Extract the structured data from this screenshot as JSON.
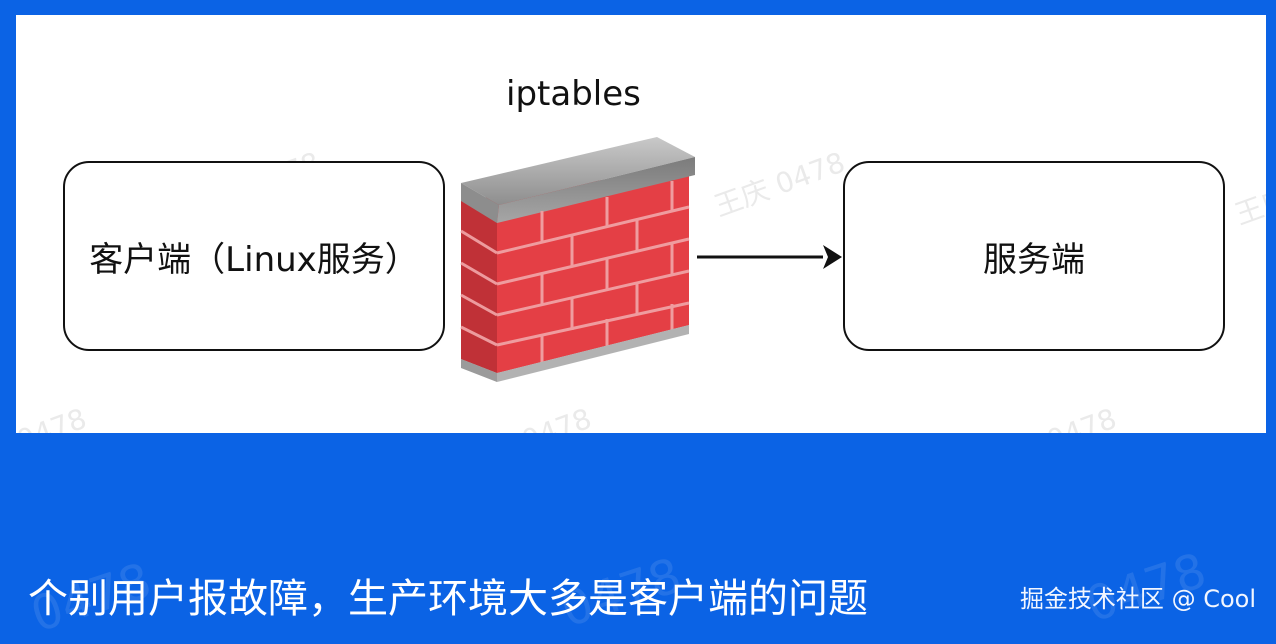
{
  "diagram": {
    "client_label": "客户端（Linux服务）",
    "firewall_label": "iptables",
    "server_label": "服务端"
  },
  "watermarks": [
    "王庆 0478",
    "王庆 0478",
    "王庆",
    "0478",
    "0478",
    "0478"
  ],
  "footer": {
    "caption": "个别用户报故障，生产环境大多是客户端的问题",
    "credit": "掘金技术社区 @ Cool"
  },
  "colors": {
    "background_blue": "#0b63e5",
    "panel_white": "#ffffff",
    "brick_red": "#e33a3e",
    "wall_cap_gray": "#9c9c9c"
  },
  "icons": {
    "firewall": "brick-wall-icon",
    "arrow": "right-arrow-icon"
  }
}
